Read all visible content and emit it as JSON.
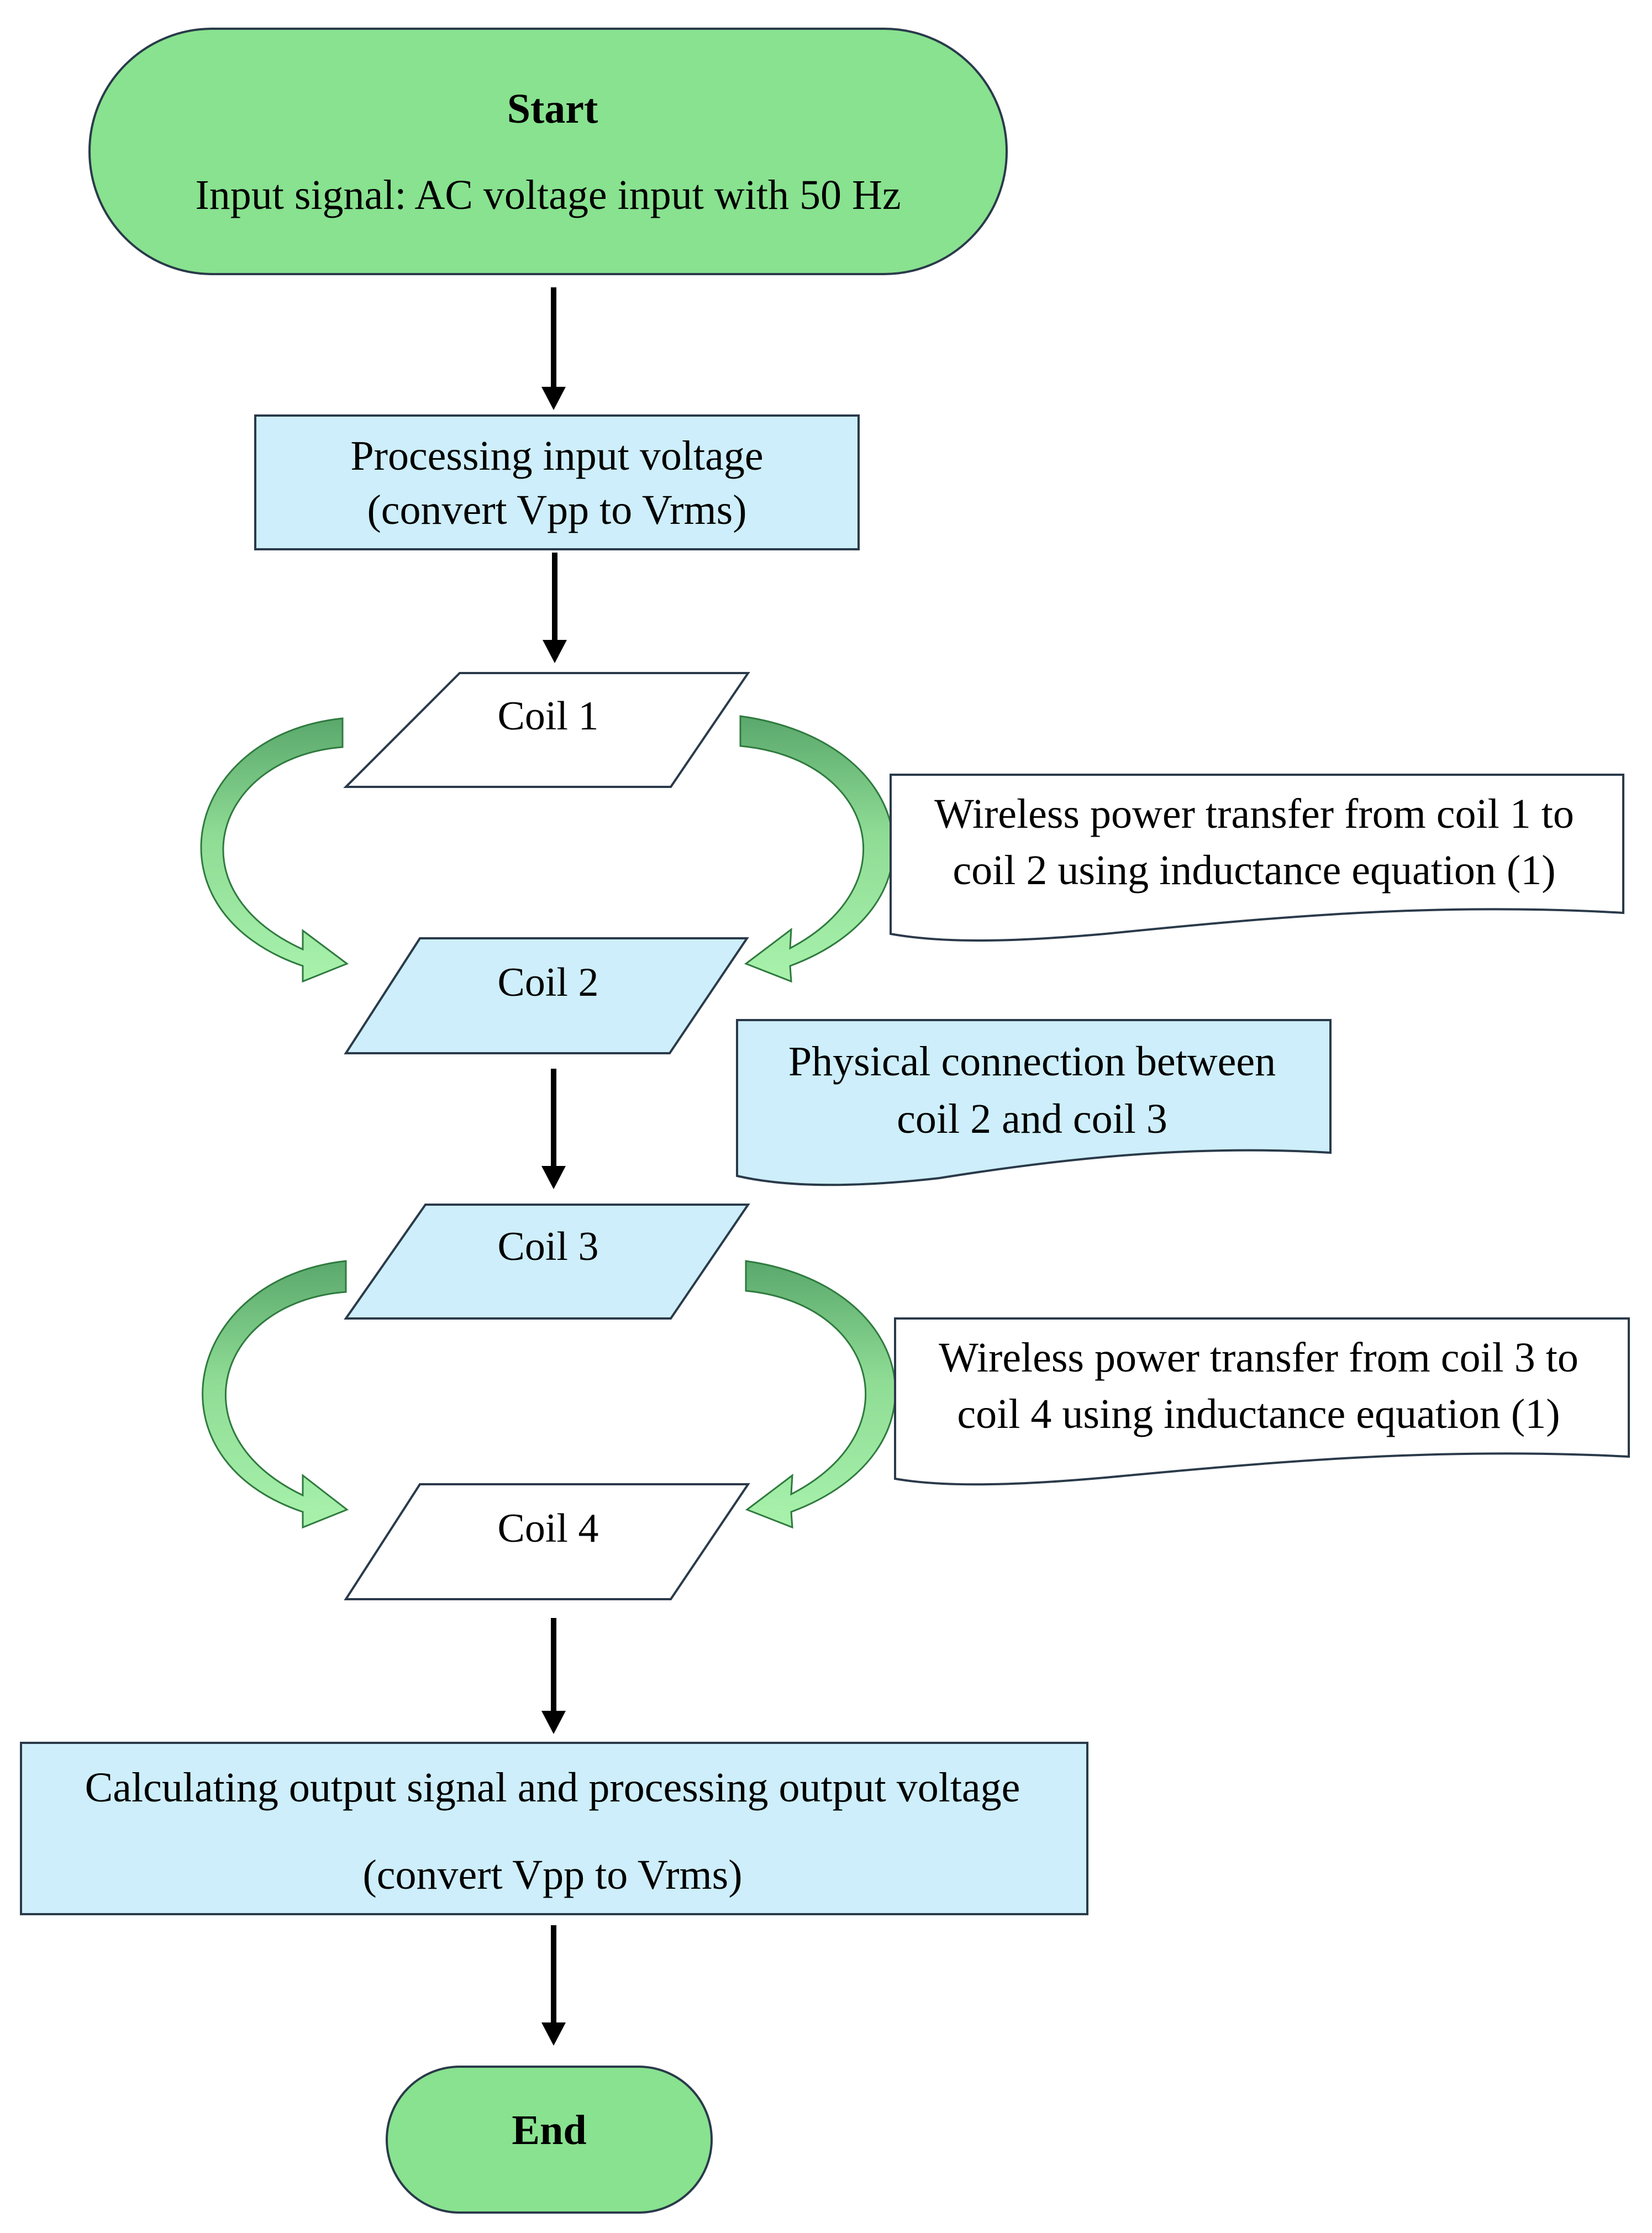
{
  "start": {
    "title": "Start",
    "subtitle": "Input signal: AC voltage input with 50 Hz"
  },
  "process_input": {
    "line1": "Processing input voltage",
    "line2": "(convert Vpp to Vrms)"
  },
  "coils": {
    "coil1": "Coil 1",
    "coil2": "Coil 2",
    "coil3": "Coil 3",
    "coil4": "Coil 4"
  },
  "notes": {
    "wpt_1_2": {
      "line1": "Wireless power transfer from coil 1 to",
      "line2": "coil 2 using inductance equation (1)"
    },
    "physical_2_3": {
      "line1": "Physical connection between",
      "line2": "coil 2 and coil 3"
    },
    "wpt_3_4": {
      "line1": "Wireless power transfer from coil 3 to",
      "line2": "coil 4 using inductance equation (1)"
    }
  },
  "process_output": {
    "line1": "Calculating output signal and processing output voltage",
    "line2": "(convert Vpp to Vrms)"
  },
  "end": {
    "title": "End"
  },
  "colors": {
    "terminator_fill": "#88e28f",
    "process_fill": "#cdeefa",
    "outline": "#2a3a4a",
    "arrow": "#000000",
    "curved_arrow_light": "#a2f0a6",
    "curved_arrow_dark": "#5aa86c",
    "white": "#ffffff"
  }
}
